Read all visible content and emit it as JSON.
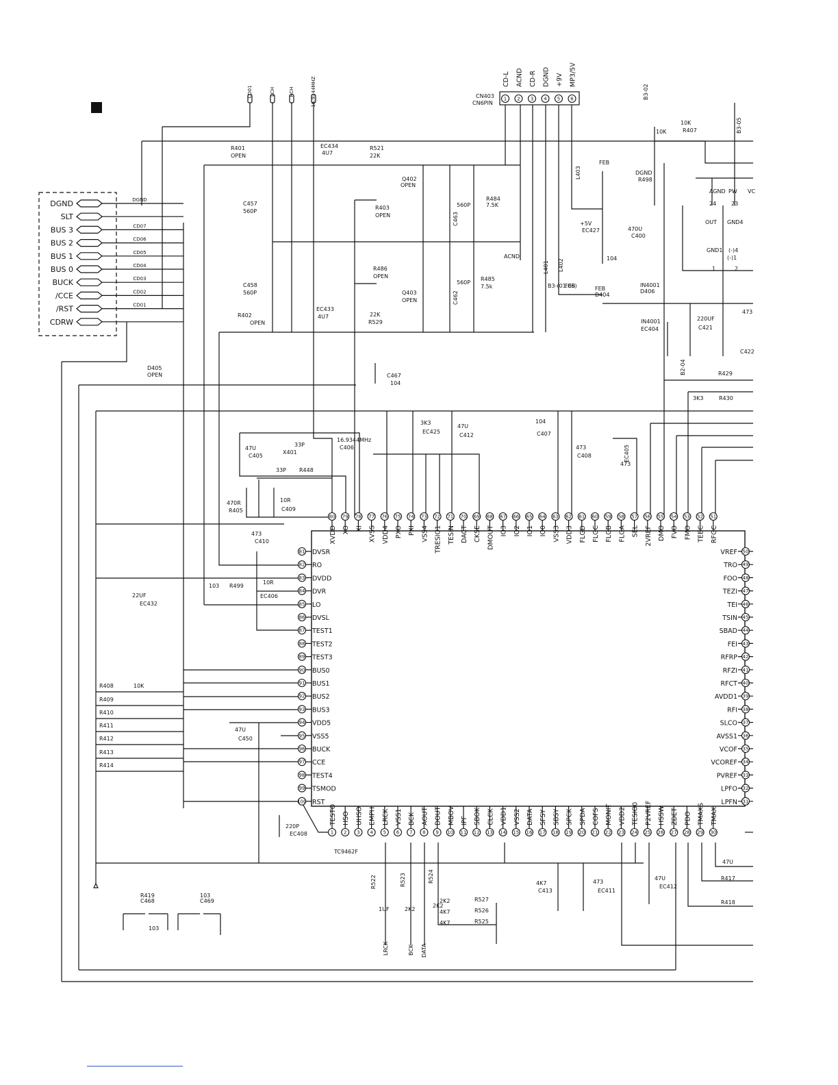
{
  "chip": {
    "name": "TC9462F"
  },
  "connector_left": {
    "pins": [
      "DGND",
      "SLT",
      "BUS 3",
      "BUS 2",
      "BUS 1",
      "BUS 0",
      "BUCK",
      "/CCE",
      "/RST",
      "CDRW"
    ],
    "nets": [
      "DGND",
      "",
      "CD07",
      "CD06",
      "CD05",
      "CD04",
      "CD03",
      "CD02",
      "CD01",
      ""
    ]
  },
  "connector_top": {
    "ref": "CN403",
    "type": "CN6PIN",
    "pins": [
      "CD-L",
      "ACND",
      "CD-R",
      "DGND",
      "+9V",
      "MP3/5V"
    ],
    "numbers": [
      "1",
      "2",
      "3",
      "4",
      "5",
      "6"
    ]
  },
  "top_probes": [
    "CD01",
    "LCH",
    "RCH",
    "16.9344MHZ"
  ],
  "pins_left": [
    {
      "n": "81",
      "name": "DVSR"
    },
    {
      "n": "82",
      "name": "RO"
    },
    {
      "n": "83",
      "name": "DVDD"
    },
    {
      "n": "84",
      "name": "DVR"
    },
    {
      "n": "85",
      "name": "LO"
    },
    {
      "n": "86",
      "name": "DVSL"
    },
    {
      "n": "87",
      "name": "TEST1"
    },
    {
      "n": "88",
      "name": "TEST2"
    },
    {
      "n": "89",
      "name": "TEST3"
    },
    {
      "n": "90",
      "name": "BUS0"
    },
    {
      "n": "91",
      "name": "BUS1"
    },
    {
      "n": "92",
      "name": "BUS2"
    },
    {
      "n": "93",
      "name": "BUS3"
    },
    {
      "n": "94",
      "name": "VDD5"
    },
    {
      "n": "95",
      "name": "VSS5"
    },
    {
      "n": "96",
      "name": "BUCK"
    },
    {
      "n": "97",
      "name": "CCE"
    },
    {
      "n": "98",
      "name": "TEST4"
    },
    {
      "n": "99",
      "name": "TSMOD"
    },
    {
      "n": "100",
      "name": "RST"
    }
  ],
  "pins_top": [
    {
      "n": "80",
      "name": "XVDD"
    },
    {
      "n": "79",
      "name": "XO"
    },
    {
      "n": "78",
      "name": "XI"
    },
    {
      "n": "77",
      "name": "XVSS"
    },
    {
      "n": "76",
      "name": "VDD4"
    },
    {
      "n": "75",
      "name": "PXO"
    },
    {
      "n": "74",
      "name": "PXI"
    },
    {
      "n": "73",
      "name": "VSS4"
    },
    {
      "n": "72",
      "name": "TRESIO1"
    },
    {
      "n": "71",
      "name": "TESIN"
    },
    {
      "n": "70",
      "name": "DACT"
    },
    {
      "n": "69",
      "name": "CKSE"
    },
    {
      "n": "68",
      "name": "DMOUT"
    },
    {
      "n": "67",
      "name": "IO3"
    },
    {
      "n": "66",
      "name": "IO2"
    },
    {
      "n": "65",
      "name": "IO1"
    },
    {
      "n": "64",
      "name": "IO0"
    },
    {
      "n": "63",
      "name": "VSS3"
    },
    {
      "n": "62",
      "name": "VDD3"
    },
    {
      "n": "61",
      "name": "FLGD"
    },
    {
      "n": "60",
      "name": "FLGC"
    },
    {
      "n": "59",
      "name": "FLGB"
    },
    {
      "n": "58",
      "name": "FLGA"
    },
    {
      "n": "57",
      "name": "SEL"
    },
    {
      "n": "56",
      "name": "2VREF"
    },
    {
      "n": "55",
      "name": "DMO"
    },
    {
      "n": "54",
      "name": "FVO"
    },
    {
      "n": "53",
      "name": "FMO"
    },
    {
      "n": "52",
      "name": "TEBC"
    },
    {
      "n": "51",
      "name": "RFGC"
    }
  ],
  "pins_bottom": [
    {
      "n": "1",
      "name": "TESTO"
    },
    {
      "n": "2",
      "name": "HSO"
    },
    {
      "n": "3",
      "name": "UHSO"
    },
    {
      "n": "4",
      "name": "EMPH"
    },
    {
      "n": "5",
      "name": "LRCK"
    },
    {
      "n": "6",
      "name": "VSS1"
    },
    {
      "n": "7",
      "name": "BCK"
    },
    {
      "n": "8",
      "name": "AOUT"
    },
    {
      "n": "9",
      "name": "DOUT"
    },
    {
      "n": "10",
      "name": "MBOV"
    },
    {
      "n": "11",
      "name": "IPF"
    },
    {
      "n": "12",
      "name": "SBOK"
    },
    {
      "n": "13",
      "name": "CLCK"
    },
    {
      "n": "14",
      "name": "VDD1"
    },
    {
      "n": "15",
      "name": "VSS2"
    },
    {
      "n": "16",
      "name": "DATA"
    },
    {
      "n": "17",
      "name": "SFSY"
    },
    {
      "n": "18",
      "name": "SBSY"
    },
    {
      "n": "19",
      "name": "SPCK"
    },
    {
      "n": "20",
      "name": "SPDA"
    },
    {
      "n": "21",
      "name": "COFS"
    },
    {
      "n": "22",
      "name": "MONIT"
    },
    {
      "n": "23",
      "name": "VDD2"
    },
    {
      "n": "24",
      "name": "TESIO0"
    },
    {
      "n": "25",
      "name": "P2VREF"
    },
    {
      "n": "26",
      "name": "HSSW"
    },
    {
      "n": "27",
      "name": "ZDET"
    },
    {
      "n": "28",
      "name": "PDO"
    },
    {
      "n": "29",
      "name": "TMAXS"
    },
    {
      "n": "30",
      "name": "TMAX"
    }
  ],
  "pins_right": [
    {
      "n": "50",
      "name": "VREF"
    },
    {
      "n": "49",
      "name": "TRO"
    },
    {
      "n": "48",
      "name": "FOO"
    },
    {
      "n": "47",
      "name": "TEZI"
    },
    {
      "n": "46",
      "name": "TEI"
    },
    {
      "n": "45",
      "name": "TSIN"
    },
    {
      "n": "44",
      "name": "SBAD"
    },
    {
      "n": "43",
      "name": "FEI"
    },
    {
      "n": "42",
      "name": "RFRP"
    },
    {
      "n": "41",
      "name": "RFZI"
    },
    {
      "n": "40",
      "name": "RFCT"
    },
    {
      "n": "39",
      "name": "AVDD1"
    },
    {
      "n": "38",
      "name": "RFI"
    },
    {
      "n": "37",
      "name": "SLCO"
    },
    {
      "n": "36",
      "name": "AVSS1"
    },
    {
      "n": "35",
      "name": "VCOF"
    },
    {
      "n": "34",
      "name": "VCOREF"
    },
    {
      "n": "33",
      "name": "PVREF"
    },
    {
      "n": "32",
      "name": "LPFO"
    },
    {
      "n": "31",
      "name": "LPFN"
    }
  ],
  "labels": [
    "R401",
    "OPEN",
    "EC434",
    "4U7",
    "R521",
    "22K",
    "Q402",
    "OPEN",
    "R403",
    "OPEN",
    "C463",
    "560P",
    "R484",
    "7.5K",
    "C457",
    "560P",
    "C458",
    "560P",
    "R486",
    "OPEN",
    "Q403",
    "OPEN",
    "C462",
    "560P",
    "R485",
    "7.5k",
    "ACND",
    "R402",
    "OPEN",
    "EC433",
    "4U7",
    "22K",
    "R529",
    "C467",
    "104",
    "D405",
    "OPEN",
    "L403",
    "FEB",
    "+5V",
    "EC427",
    "470U",
    "C400",
    "104",
    "DGND",
    "R498",
    "10K",
    "R407",
    "10K",
    "B3-05",
    "B3-02",
    "B3-(01.06)",
    "L401",
    "FEB",
    "L402",
    "FEB",
    "D404",
    "IN4001",
    "D406",
    "IN4001",
    "EC404",
    "220UF",
    "C421",
    "473",
    "C422",
    "B2-04",
    "R429",
    "3K3",
    "R430",
    "3K3",
    "EC425",
    "47U",
    "C412",
    "104",
    "C407",
    "473",
    "C408",
    "473",
    "EC405",
    "47U",
    "C405",
    "33P",
    "X401",
    "16.9344MHz",
    "C406",
    "33P",
    "R448",
    "470R",
    "R405",
    "10R",
    "C409",
    "473",
    "C410",
    "103",
    "R499",
    "10R",
    "EC406",
    "22UF",
    "EC432",
    "47U",
    "C450",
    "220P",
    "EC408",
    "1UF",
    "R522",
    "2K2",
    "R523",
    "2K2",
    "R524",
    "2K2",
    "R527",
    "4K7",
    "R526",
    "4K7",
    "R525",
    "4K7",
    "C413",
    "473",
    "EC411",
    "47U",
    "EC412",
    "47U",
    "R417",
    "R418",
    "R419",
    "C468",
    "103",
    "C469",
    "103",
    "AGND",
    "PW",
    "OUT",
    "GND4",
    "(-)4",
    "GND1",
    "(-)1",
    "VC",
    "24",
    "23",
    "1",
    "2",
    "R408",
    "R409",
    "R410",
    "R411",
    "R412",
    "R413",
    "R414",
    "10K",
    "LRCK",
    "BCK",
    "DATA"
  ]
}
